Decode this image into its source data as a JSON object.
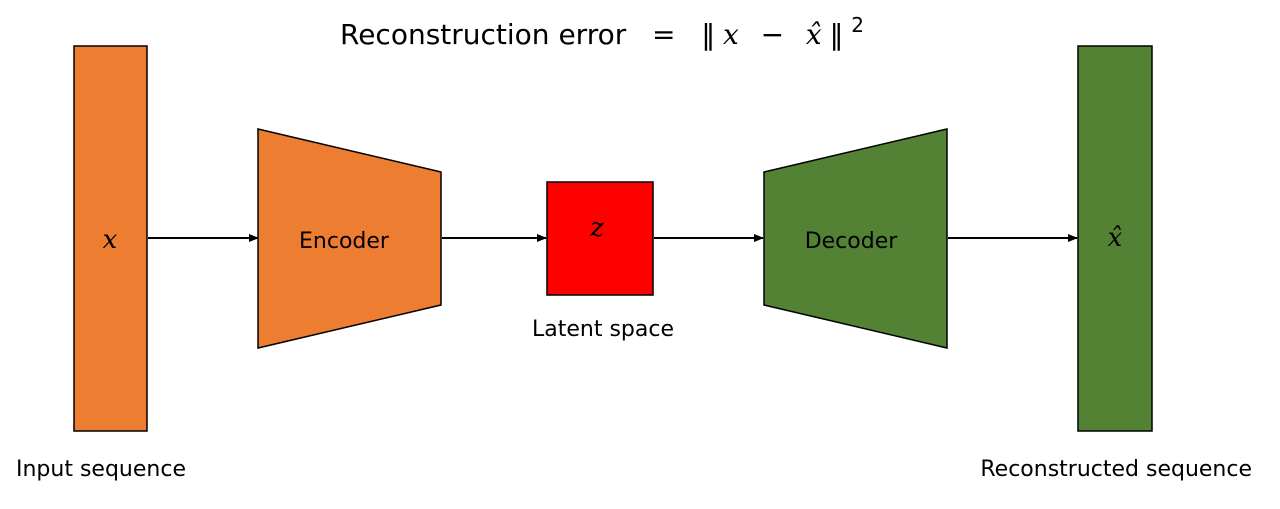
{
  "title": {
    "prefix": "Reconstruction error",
    "equals": "=",
    "norm_open": "‖",
    "var_x": "x",
    "minus": "−",
    "var_xhat": "x̂",
    "norm_close": "‖",
    "exponent": "2"
  },
  "input": {
    "symbol": "x",
    "caption": "Input sequence"
  },
  "encoder": {
    "label": "Encoder"
  },
  "latent": {
    "symbol": "z",
    "caption": "Latent space"
  },
  "decoder": {
    "label": "Decoder"
  },
  "output": {
    "symbol": "x̂",
    "caption": "Reconstructed sequence"
  },
  "colors": {
    "orange_fill": "#ED7D31",
    "red_fill": "#FF0000",
    "green_fill": "#548235",
    "stroke": "#000000",
    "arrow": "#000000"
  }
}
